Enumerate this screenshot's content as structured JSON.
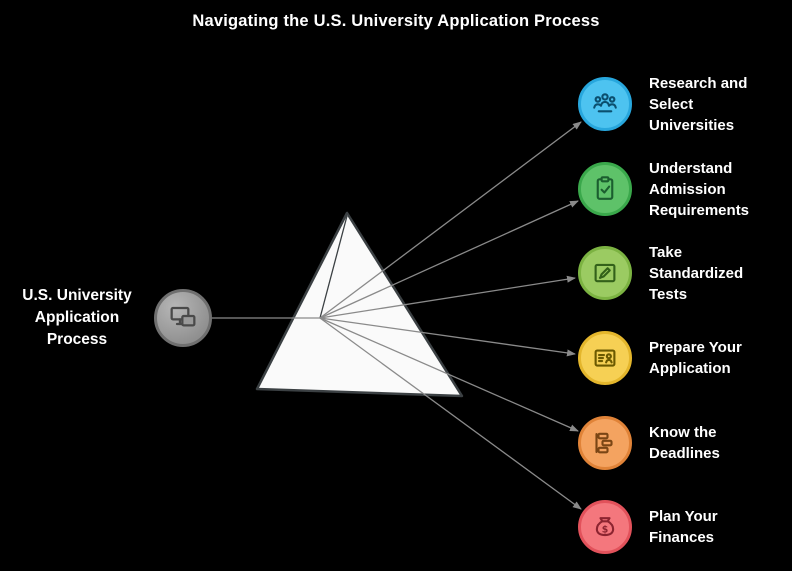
{
  "title": "Navigating the U.S. University Application Process",
  "connector_color": "#8a8a8a",
  "prism": {
    "fill": "#fafafa",
    "stroke": "#3b4043"
  },
  "source": {
    "label": "U.S. University\nApplication\nProcess",
    "icon": "computer-screens-icon",
    "bg": "#9a9a9a",
    "border": "#6f6f6f",
    "glyph": "#4a4a4a"
  },
  "steps": [
    {
      "label": "Research and\nSelect\nUniversities",
      "icon": "people-group-icon",
      "bg": "#4dc3f0",
      "border": "#28a7dd",
      "glyph": "#0b4f6e"
    },
    {
      "label": "Understand\nAdmission\nRequirements",
      "icon": "clipboard-check-icon",
      "bg": "#5ec269",
      "border": "#3aa84b",
      "glyph": "#1b5e2f"
    },
    {
      "label": "Take\nStandardized\nTests",
      "icon": "pencil-test-icon",
      "bg": "#9bcb62",
      "border": "#7cb342",
      "glyph": "#33611a"
    },
    {
      "label": "Prepare Your\nApplication",
      "icon": "id-card-icon",
      "bg": "#f6d054",
      "border": "#e4b62c",
      "glyph": "#6b5900"
    },
    {
      "label": "Know the\nDeadlines",
      "icon": "timeline-boxes-icon",
      "bg": "#f4a360",
      "border": "#e08338",
      "glyph": "#7a4514"
    },
    {
      "label": "Plan Your\nFinances",
      "icon": "money-bag-icon",
      "bg": "#f4777d",
      "border": "#e2525b",
      "glyph": "#8c2430"
    }
  ]
}
